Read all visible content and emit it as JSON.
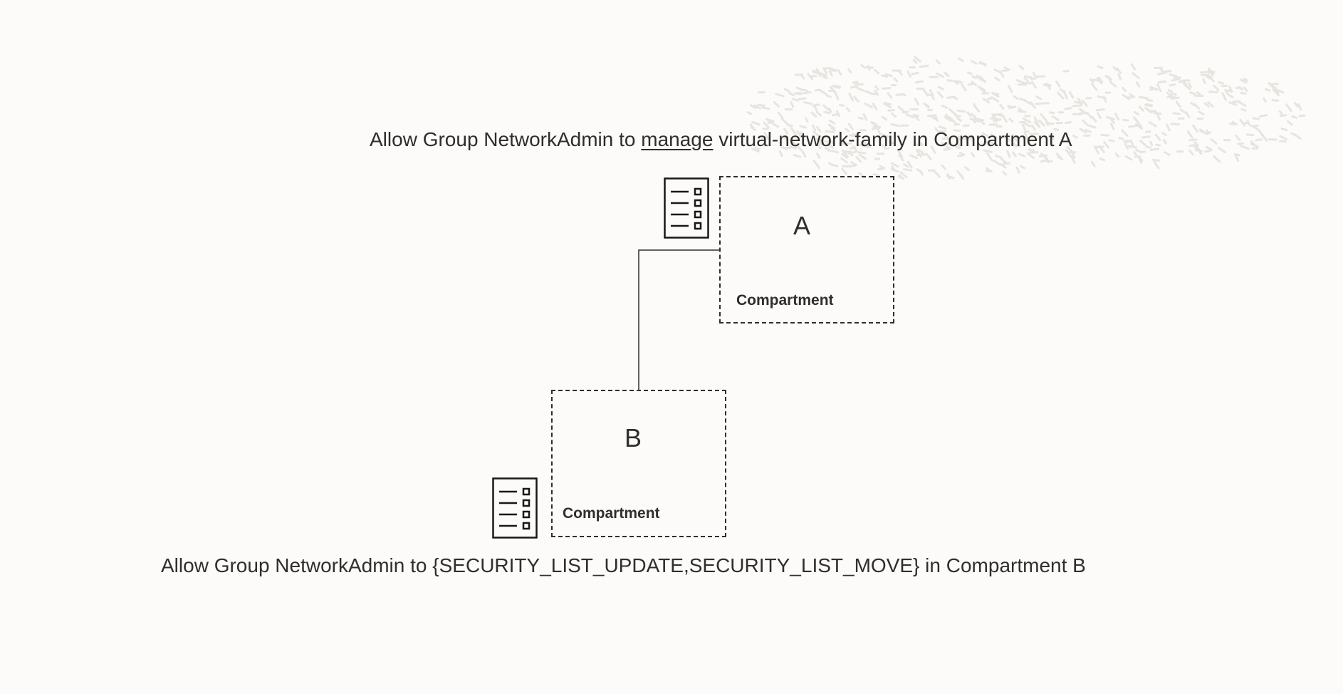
{
  "policies": {
    "a": {
      "prefix": "Allow Group NetworkAdmin to ",
      "verb": "manage",
      "suffix": " virtual-network-family in Compartment A"
    },
    "b": {
      "prefix": "Allow Group NetworkAdmin to ",
      "permissions": "{SECURITY_LIST_UPDATE,SECURITY_LIST_MOVE}",
      "suffix": " in Compartment B"
    }
  },
  "compartments": [
    {
      "letter": "A",
      "label": "Compartment"
    },
    {
      "letter": "B",
      "label": "Compartment"
    }
  ],
  "icons": {
    "policy_icon": "policy-document-icon",
    "texture": "decorative-background-texture"
  },
  "colors": {
    "background": "#fcfbfa",
    "ink": "#312d2a",
    "texture": "#e9e6e2"
  }
}
